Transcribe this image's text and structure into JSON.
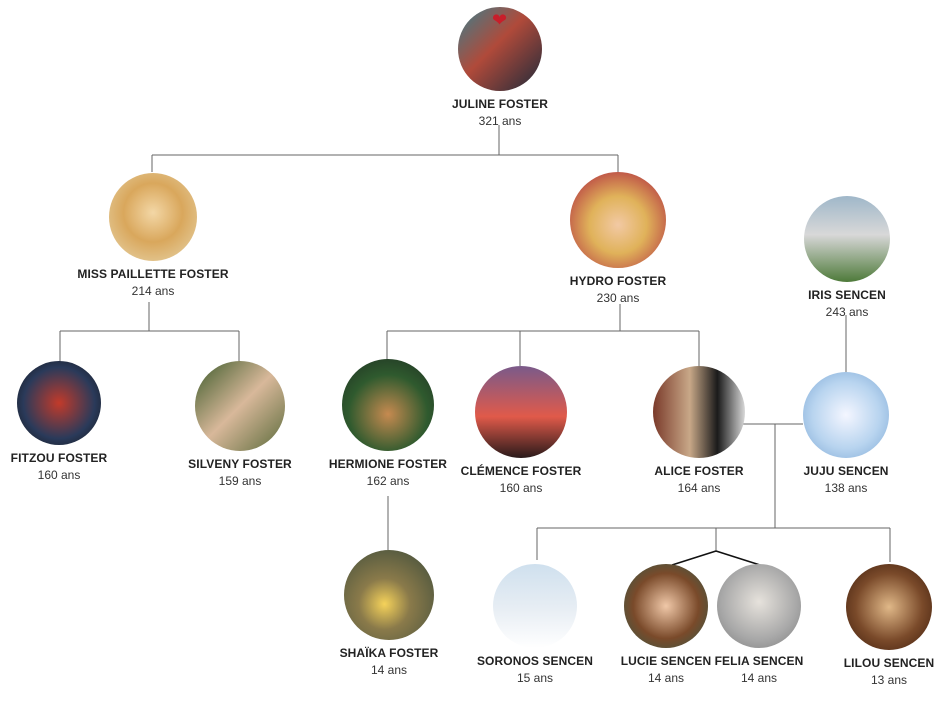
{
  "people": [
    {
      "id": "juline",
      "name": "JULINE FOSTER",
      "age": "321 ans",
      "bg": "linear-gradient(135deg,#3a7f8c 0%,#b04a3a 45%,#1e2a3a 100%)",
      "heart": true
    },
    {
      "id": "paillette",
      "name": "MISS PAILLETTE FOSTER",
      "age": "214 ans",
      "bg": "radial-gradient(circle at 50% 45%,#f3d7a6 0%,#d9a75c 45%,#e8d8b0 100%)"
    },
    {
      "id": "hydro",
      "name": "HYDRO FOSTER",
      "age": "230 ans",
      "bg": "radial-gradient(circle at 50% 55%,#f2c9a4 0%,#e0b25a 40%,#a8163a 100%)"
    },
    {
      "id": "iris",
      "name": "IRIS SENCEN",
      "age": "243 ans",
      "bg": "linear-gradient(180deg,#9fb7c9 0%,#d8d8d8 45%,#4e7a3a 100%)"
    },
    {
      "id": "fitzou",
      "name": "FITZOU FOSTER",
      "age": "160 ans",
      "bg": "radial-gradient(circle at 50% 50%,#c23a2a 0%,#2a3a5a 60%,#111 100%)"
    },
    {
      "id": "silveny",
      "name": "SILVENY FOSTER",
      "age": "159 ans",
      "bg": "linear-gradient(135deg,#3c5a2a 0%,#d8b89a 50%,#5a6a3a 100%)"
    },
    {
      "id": "hermione",
      "name": "HERMIONE FOSTER",
      "age": "162 ans",
      "bg": "radial-gradient(circle at 50% 60%,#c68a50 0%,#2f5a2e 55%,#1e2e22 100%)"
    },
    {
      "id": "clemence",
      "name": "CLÉMENCE FOSTER",
      "age": "160 ans",
      "bg": "linear-gradient(180deg,#7a5a8a 0%,#e05a4a 55%,#2a1a1a 100%)"
    },
    {
      "id": "alice",
      "name": "ALICE FOSTER",
      "age": "164 ans",
      "bg": "linear-gradient(90deg,#7a3a2a 0%,#c8a888 40%,#1a1a1a 70%,#d8d8d8 100%)"
    },
    {
      "id": "juju",
      "name": "JUJU SENCEN",
      "age": "138 ans",
      "bg": "radial-gradient(circle at 50% 50%,#f4f6ff 0%,#b8d4ef 55%,#7aa6d4 100%)"
    },
    {
      "id": "shaika",
      "name": "SHAÏKA FOSTER",
      "age": "14 ans",
      "bg": "radial-gradient(circle at 45% 60%,#f5d25a 0%,#8a7a4a 35%,#3a4a3a 100%)"
    },
    {
      "id": "soronos",
      "name": "SORONOS SENCEN",
      "age": "15 ans",
      "bg": "linear-gradient(180deg,#cfe0ee 0%,#e8eef4 55%,#ffffff 100%)"
    },
    {
      "id": "lucie",
      "name": "LUCIE SENCEN",
      "age": "14 ans",
      "bg": "radial-gradient(circle at 50% 50%,#f0c8a8 0%,#7a4a2a 55%,#2e5a4a 100%)"
    },
    {
      "id": "felia",
      "name": "FELIA SENCEN",
      "age": "14 ans",
      "bg": "radial-gradient(circle at 50% 45%,#e6e2dc 0%,#a8a8a8 60%,#7a7a7a 100%)"
    },
    {
      "id": "lilou",
      "name": "LILOU SENCEN",
      "age": "13 ans",
      "bg": "radial-gradient(circle at 50% 50%,#e0b888 0%,#7a4a2a 55%,#3a1a0a 100%)"
    }
  ]
}
